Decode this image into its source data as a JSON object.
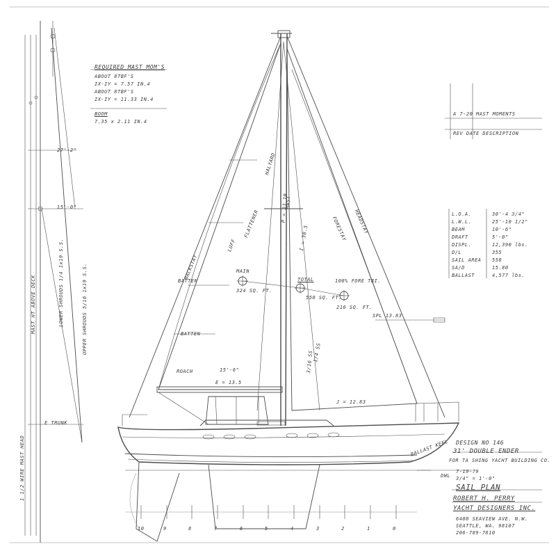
{
  "mast_notes": {
    "title": "REQUIRED MAST MOM'S",
    "line1": "ABOUT 8TBF'S",
    "line2": "IX-IY = 7.57 IN.4",
    "line3": "ABOUT 8TBF'S",
    "line4": "IX-IY = 11.33 IN.4",
    "line5": "BOOM",
    "line6": "7.35 x 2.11 IN.4"
  },
  "revisions": {
    "line1": "A  7-20  MAST MOMENTS",
    "line2": "REV  DATE  DESCRIPTION"
  },
  "particulars": {
    "rows": [
      {
        "label": "L.O.A.",
        "value": "30'-4 3/4\""
      },
      {
        "label": "L.W.L.",
        "value": "25'-10 1/2\""
      },
      {
        "label": "BEAM",
        "value": "10'-6\""
      },
      {
        "label": "DRAFT",
        "value": "5'-0\""
      },
      {
        "label": "DISPL.",
        "value": "12,390 lbs."
      },
      {
        "label": "D/L",
        "value": "355"
      },
      {
        "label": "SAIL AREA",
        "value": "550"
      },
      {
        "label": "SA/D",
        "value": "15.80"
      },
      {
        "label": "BALLAST",
        "value": "4,577 lbs."
      }
    ]
  },
  "sail_labels": {
    "main": "MAIN",
    "main_area": "324 SQ. FT.",
    "total": "TOTAL",
    "total_area": "550 SQ. FT.",
    "jib": "100% FORE TRI.",
    "jib_area": "216 SQ. FT.",
    "mast": "MAST",
    "batten1": "BATTEN",
    "batten2": "BATTEN",
    "leech": "ROACH",
    "p_dim": "P = 33.10",
    "e_dim": "E = 13.5",
    "i_dim": "I = 38.5",
    "j_dim": "J = 12.83",
    "forestay": "FORESTAY",
    "backstay": "BACKSTAY",
    "headstay": "HEADSTAY",
    "boom_len": "15'-6\"",
    "luff": "LUFF",
    "flattener": "FLATTENER",
    "spreader": "SPL 13.83",
    "halyard": "HALYARD",
    "reef1": "3/16 SS",
    "reef2": "1/4 SS"
  },
  "left_labels": {
    "v1": "LOWER SHROUDS 1/4 1x19 S.S.",
    "v2": "UPPER SHROUDS 5/16 1x19 S.S.",
    "v3": "1 1/2 WIRE MAST HEAD",
    "v4": "MAST HT ABOVE DECK",
    "trunk": "E TRUNK",
    "dim1": "27'-2\"",
    "dim2": "15'-0\""
  },
  "hull_labels": {
    "dwl": "DWL",
    "keel": "BALLAST KEEL"
  },
  "stations": [
    "10",
    "9",
    "8",
    "7",
    "6",
    "5",
    "4",
    "3",
    "2",
    "1",
    "0"
  ],
  "title_block": {
    "design": "DESIGN NO 146",
    "name": "31' DOUBLE ENDER",
    "for": "FOR TA SHING YACHT BUILDING CO.",
    "date": "7-19-79",
    "scale": "3/4\" = 1'-0\"",
    "sheet": "SAIL PLAN",
    "designer": "ROBERT H. PERRY",
    "company": "YACHT DESIGNERS INC.",
    "addr1": "6400 SEAVIEW AVE. N.W.",
    "addr2": "SEATTLE, WA. 98107",
    "phone": "206-789-7810"
  }
}
